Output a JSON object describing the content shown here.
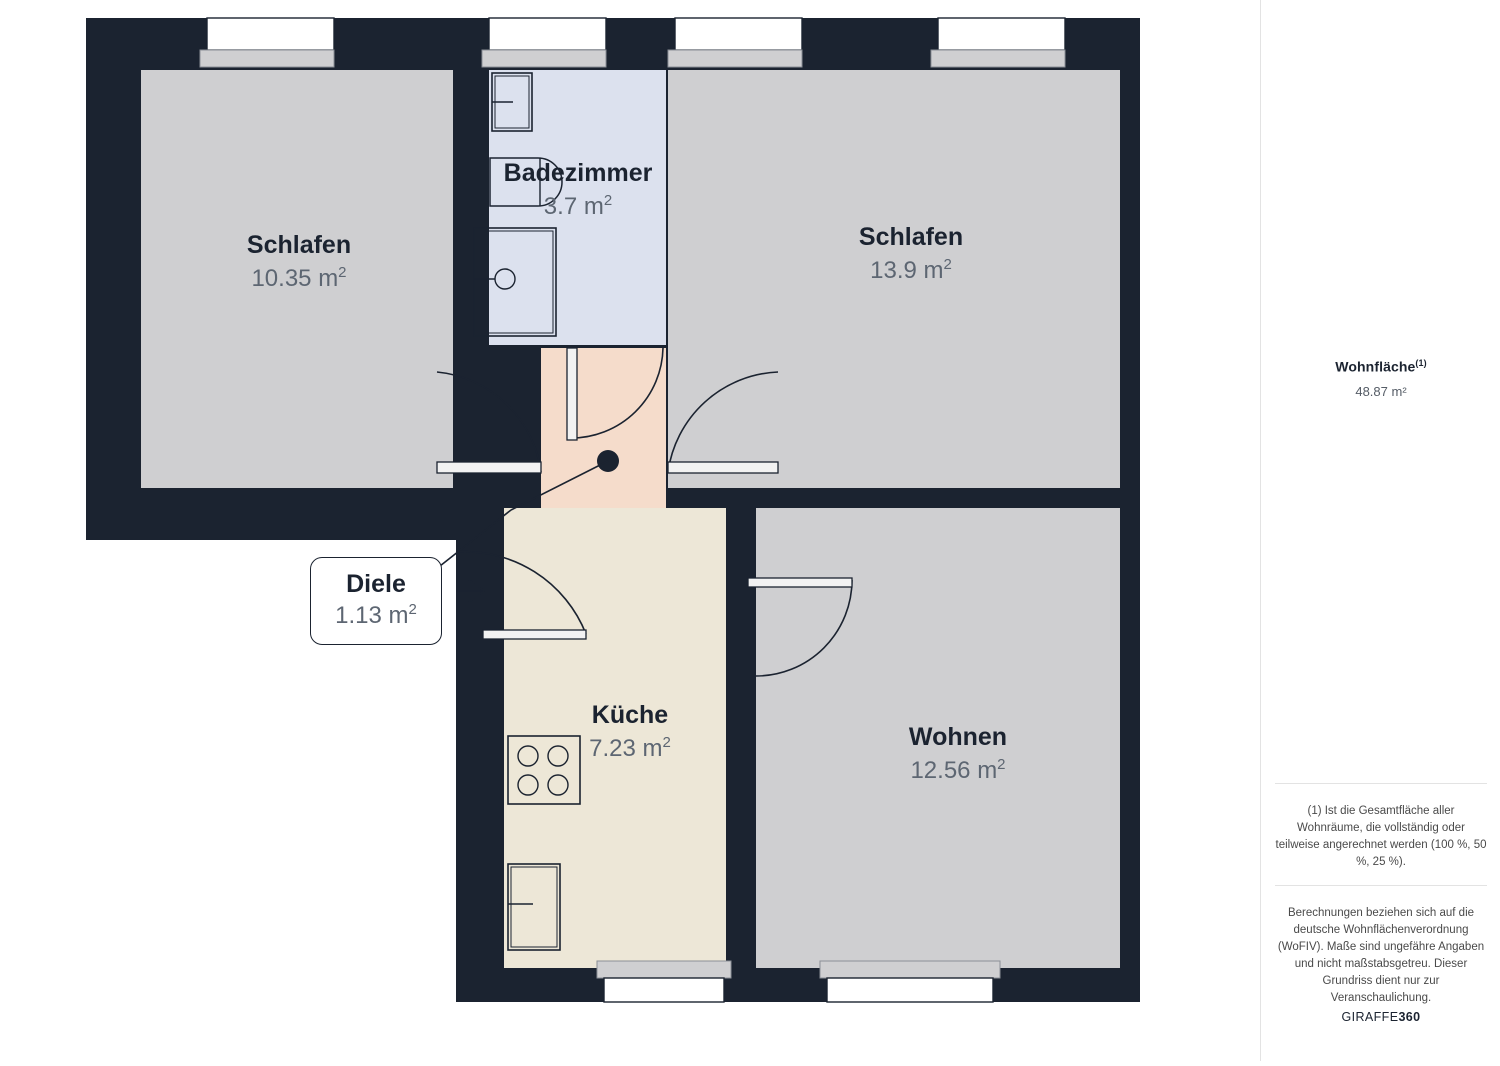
{
  "plan": {
    "rooms": [
      {
        "id": "schlafen-1",
        "name": "Schlafen",
        "area": "10.35 m",
        "unit": "2"
      },
      {
        "id": "badezimmer",
        "name": "Badezimmer",
        "area": "3.7 m",
        "unit": "2"
      },
      {
        "id": "schlafen-2",
        "name": "Schlafen",
        "area": "13.9 m",
        "unit": "2"
      },
      {
        "id": "diele",
        "name": "Diele",
        "area": "1.13 m",
        "unit": "2"
      },
      {
        "id": "kueche",
        "name": "Küche",
        "area": "7.23 m",
        "unit": "2"
      },
      {
        "id": "wohnen",
        "name": "Wohnen",
        "area": "12.56 m",
        "unit": "2"
      }
    ],
    "colors": {
      "wall": "#1b2330",
      "room_gray": "#cfcfd1",
      "bathroom_blue": "#dce1ee",
      "kitchen_cream": "#ede7d7",
      "hall_peach": "#f5dccb",
      "window_fill": "#ffffff",
      "sill": "#cfcfd1",
      "text_dark": "#1b2330",
      "text_muted": "#5d6672"
    }
  },
  "sidebar": {
    "living_area": {
      "label": "Wohnfläche",
      "footnote_marker": "(1)",
      "value": "48.87 m²"
    },
    "footnote_1": "(1) Ist die Gesamtfläche aller Wohnräume, die vollständig oder teilweise angerechnet werden (100 %, 50 %, 25 %).",
    "disclaimer": "Berechnungen beziehen sich auf die deutsche Wohnflächenverordnung (WoFIV). Maße sind ungefähre Angaben und nicht maßstabsgetreu. Dieser Grundriss dient nur zur Veranschaulichung.",
    "brand_prefix": "GIRAFFE",
    "brand_suffix": "360"
  }
}
